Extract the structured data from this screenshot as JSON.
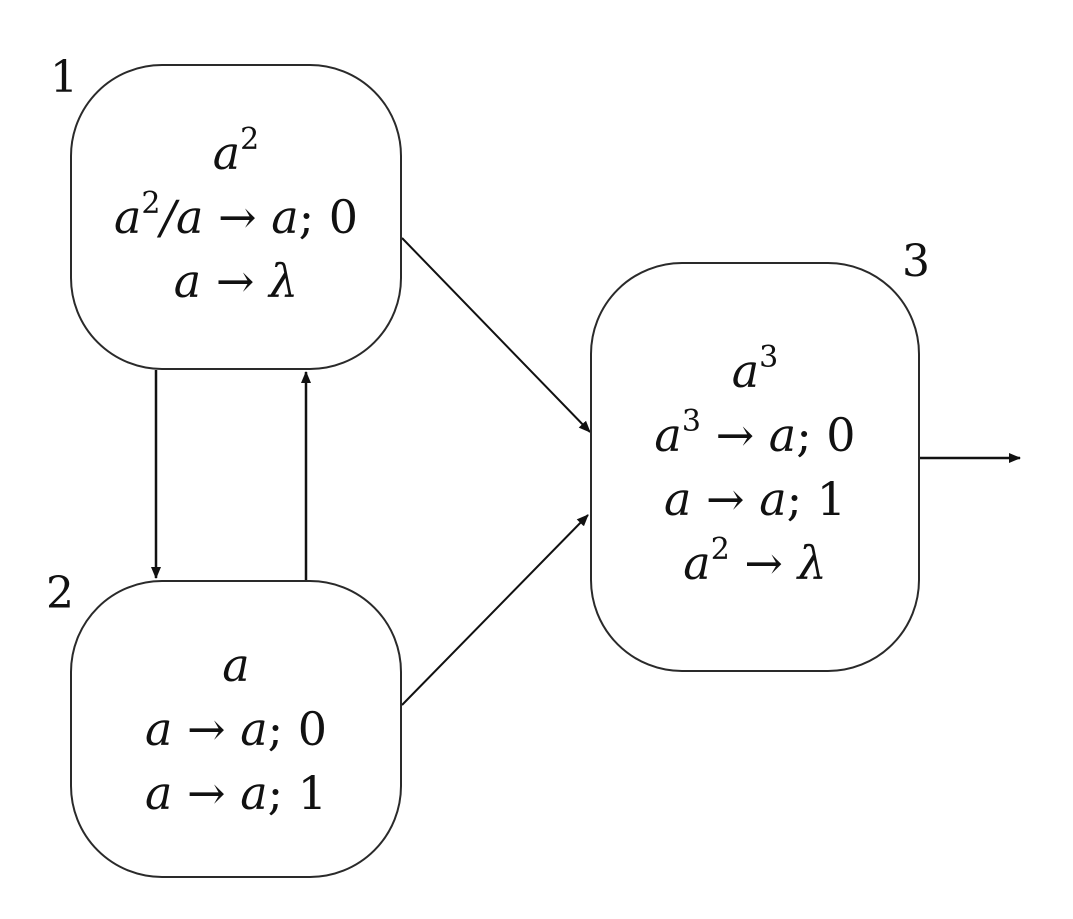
{
  "neurons": [
    {
      "id": "1",
      "label": "1",
      "lines": [
        [
          {
            "t": "a"
          },
          {
            "t": "2",
            "sup": true
          }
        ],
        [
          {
            "t": "a"
          },
          {
            "t": "2",
            "sup": true
          },
          {
            "t": "/a"
          },
          {
            "t": " → ",
            "sym": true
          },
          {
            "t": "a"
          },
          {
            "t": "; 0",
            "sym": true
          }
        ],
        [
          {
            "t": "a"
          },
          {
            "t": " → ",
            "sym": true
          },
          {
            "t": "λ"
          }
        ]
      ]
    },
    {
      "id": "2",
      "label": "2",
      "lines": [
        [
          {
            "t": "a"
          }
        ],
        [
          {
            "t": "a"
          },
          {
            "t": " → ",
            "sym": true
          },
          {
            "t": "a"
          },
          {
            "t": "; 0",
            "sym": true
          }
        ],
        [
          {
            "t": "a"
          },
          {
            "t": " → ",
            "sym": true
          },
          {
            "t": "a"
          },
          {
            "t": "; 1",
            "sym": true
          }
        ]
      ]
    },
    {
      "id": "3",
      "label": "3",
      "lines": [
        [
          {
            "t": "a"
          },
          {
            "t": "3",
            "sup": true
          }
        ],
        [
          {
            "t": "a"
          },
          {
            "t": "3",
            "sup": true
          },
          {
            "t": " → ",
            "sym": true
          },
          {
            "t": "a"
          },
          {
            "t": "; 0",
            "sym": true
          }
        ],
        [
          {
            "t": "a"
          },
          {
            "t": " → ",
            "sym": true
          },
          {
            "t": "a"
          },
          {
            "t": "; 1",
            "sym": true
          }
        ],
        [
          {
            "t": "a"
          },
          {
            "t": "2",
            "sup": true
          },
          {
            "t": " → ",
            "sym": true
          },
          {
            "t": "λ"
          }
        ]
      ]
    }
  ],
  "synapses": [
    {
      "from": "1",
      "to": "2"
    },
    {
      "from": "2",
      "to": "1"
    },
    {
      "from": "1",
      "to": "3"
    },
    {
      "from": "2",
      "to": "3"
    },
    {
      "from": "3",
      "to": "environment"
    }
  ],
  "colors": {
    "stroke": "#2a2a2a",
    "text": "#111111",
    "background": "#ffffff"
  }
}
